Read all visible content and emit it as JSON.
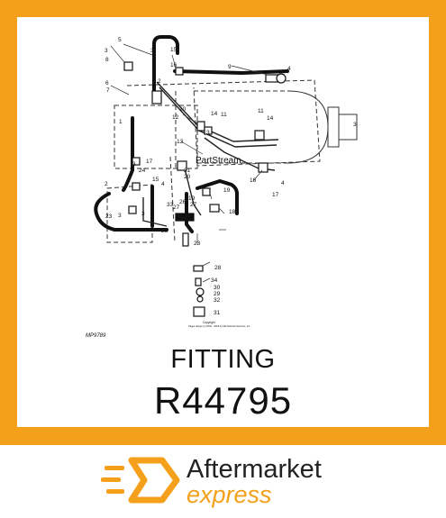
{
  "diagram": {
    "figure_code": "MP9789",
    "watermark": "PartStream",
    "copyright_line1": "Copyright",
    "copyright_line2": "Pages design (c) 2004 - 2018 by ARI Network Services, Inc.",
    "callouts": [
      "1",
      "2",
      "3",
      "4",
      "5",
      "6",
      "7",
      "8",
      "9",
      "10",
      "11",
      "12",
      "13",
      "14",
      "15",
      "16",
      "17",
      "18",
      "19",
      "20",
      "21",
      "23",
      "24",
      "25",
      "26",
      "27",
      "28",
      "29",
      "30",
      "31",
      "32",
      "33",
      "34"
    ]
  },
  "product": {
    "name": "FITTING",
    "part_number": "R44795"
  },
  "brand": {
    "line1": "Aftermarket",
    "line2": "express",
    "accent_color": "#f5a01a",
    "icon": "hexagon-speed-logo-icon"
  }
}
